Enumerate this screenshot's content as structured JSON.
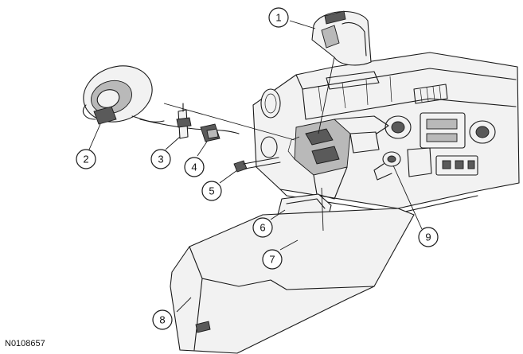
{
  "figure_id": "N0108657",
  "callouts": [
    {
      "id": "callout-1",
      "label": "1"
    },
    {
      "id": "callout-2",
      "label": "2"
    },
    {
      "id": "callout-3",
      "label": "3"
    },
    {
      "id": "callout-4",
      "label": "4"
    },
    {
      "id": "callout-5",
      "label": "5"
    },
    {
      "id": "callout-6",
      "label": "6"
    },
    {
      "id": "callout-7",
      "label": "7"
    },
    {
      "id": "callout-8",
      "label": "8"
    },
    {
      "id": "callout-9",
      "label": "9"
    }
  ]
}
